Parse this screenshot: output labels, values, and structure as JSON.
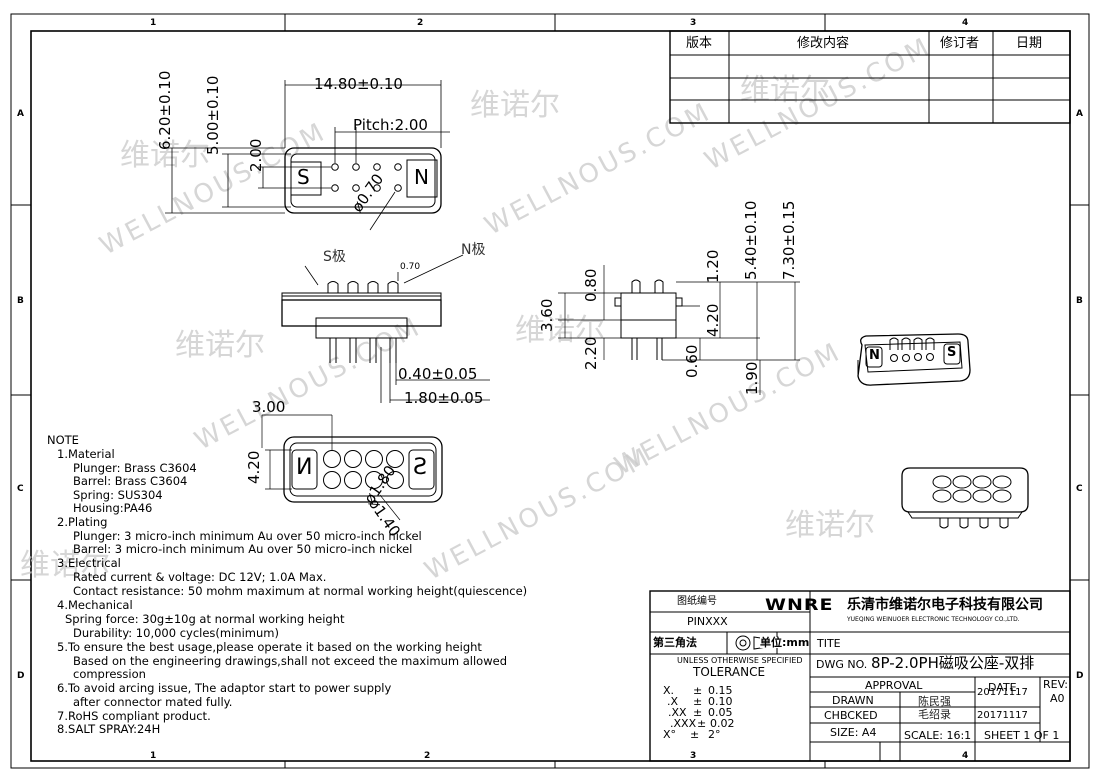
{
  "zones": {
    "columns": [
      "1",
      "2",
      "3",
      "4"
    ],
    "rows": [
      "A",
      "B",
      "C",
      "D"
    ]
  },
  "revision_table": {
    "headers": [
      "版本",
      "修改内容",
      "修订者",
      "日期"
    ]
  },
  "watermark": {
    "text_latin": "WELLNOUS.COM",
    "text_cn": "维诺尔"
  },
  "top_view": {
    "width_dim": "14.80±0.10",
    "height_dim": "6.20±0.10",
    "inner_height_dim": "5.00±0.10",
    "pitch_label": "Pitch:2.00",
    "pitch_side": "2.00",
    "pin_dia": "ø0.70",
    "s_mark": "S",
    "n_mark": "N"
  },
  "side_view": {
    "s_pole": "S极",
    "n_pole": "N极",
    "pin_top": "0.70",
    "dim_a": "0.40±0.05",
    "dim_b": "1.80±0.05"
  },
  "end_view": {
    "d1": "0.80",
    "d2": "3.60",
    "d3": "2.20",
    "d4": "1.20",
    "d5": "4.20",
    "d6": "0.60",
    "d7": "1.90",
    "d8": "5.40±0.10",
    "d9": "7.30±0.15"
  },
  "bottom_view": {
    "w": "3.00",
    "h": "4.20",
    "dia": "ø1.80",
    "dia2": "ø1.40",
    "n_mark": "N",
    "s_mark": "S"
  },
  "notes": [
    "NOTE",
    "1.Material",
    "Plunger: Brass C3604",
    "Barrel:   Brass C3604",
    "Spring: SUS304",
    "Housing:PA46",
    "2.Plating",
    "Plunger:  3  micro-inch  minimum  Au  over  50  micro-inch  nickel",
    "Barrel:   3  micro-inch  minimum  Au  over  50  micro-inch  nickel",
    "3.Electrical",
    "Rated  current  &  voltage:  DC  12V;  1.0A  Max.",
    "Contact  resistance:  50  mohm  maximum  at  normal  working  height(quiescence)",
    "4.Mechanical",
    "Spring  force:  30g±10g  at  normal  working  height",
    "Durability:  10,000  cycles(minimum)",
    "5.To  ensure  the  best  usage,please  operate  it  based  on  the  working  height",
    "Based  on  the  engineering  drawings,shall  not  exceed  the  maximum  allowed",
    "compression",
    "6.To  avoid  arcing  issue,  The  adaptor  start  to  power  supply",
    "after  connector  mated  fully.",
    "7.RoHS  compliant  product.",
    "8.SALT  SPRAY:24H"
  ],
  "title_block": {
    "drawing_no_label": "图纸编号",
    "drawing_no": "PINXXX",
    "projection": "第三角法",
    "unit": "单位:mm",
    "tolerance_head": "UNLESS  OTHERWISE  SPECIFIED",
    "tolerance": "TOLERANCE",
    "tol_rows": [
      [
        "X.",
        "±",
        "0.15"
      ],
      [
        ".X",
        "±",
        "0.10"
      ],
      [
        ".XX",
        "±",
        "0.05"
      ],
      [
        ".XXX",
        "±",
        "0.02"
      ],
      [
        "X°",
        "±",
        "2°"
      ]
    ],
    "logo": "WNRE",
    "company_cn": "乐清市维诺尔电子科技有限公司",
    "company_en": "YUEQING WEINUOER ELECTRONIC TECHNOLOGY CO.,LTD.",
    "tite": "TITE",
    "dwg_no_label": "DWG NO.",
    "dwg_no": "8P-2.0PH磁吸公座-双排",
    "approval": "APPROVAL",
    "date_label": "DATE",
    "rev_label": "REV:",
    "rev": "A0",
    "drawn": "DRAWN",
    "drawn_name": "陈民强",
    "drawn_date": "20171117",
    "checked": "CHBCKED",
    "checked_name": "毛绍录",
    "checked_date": "20171117",
    "size": "SIZE: A4",
    "scale": "SCALE: 16:1",
    "sheet": "SHEET  1  OF  1"
  }
}
